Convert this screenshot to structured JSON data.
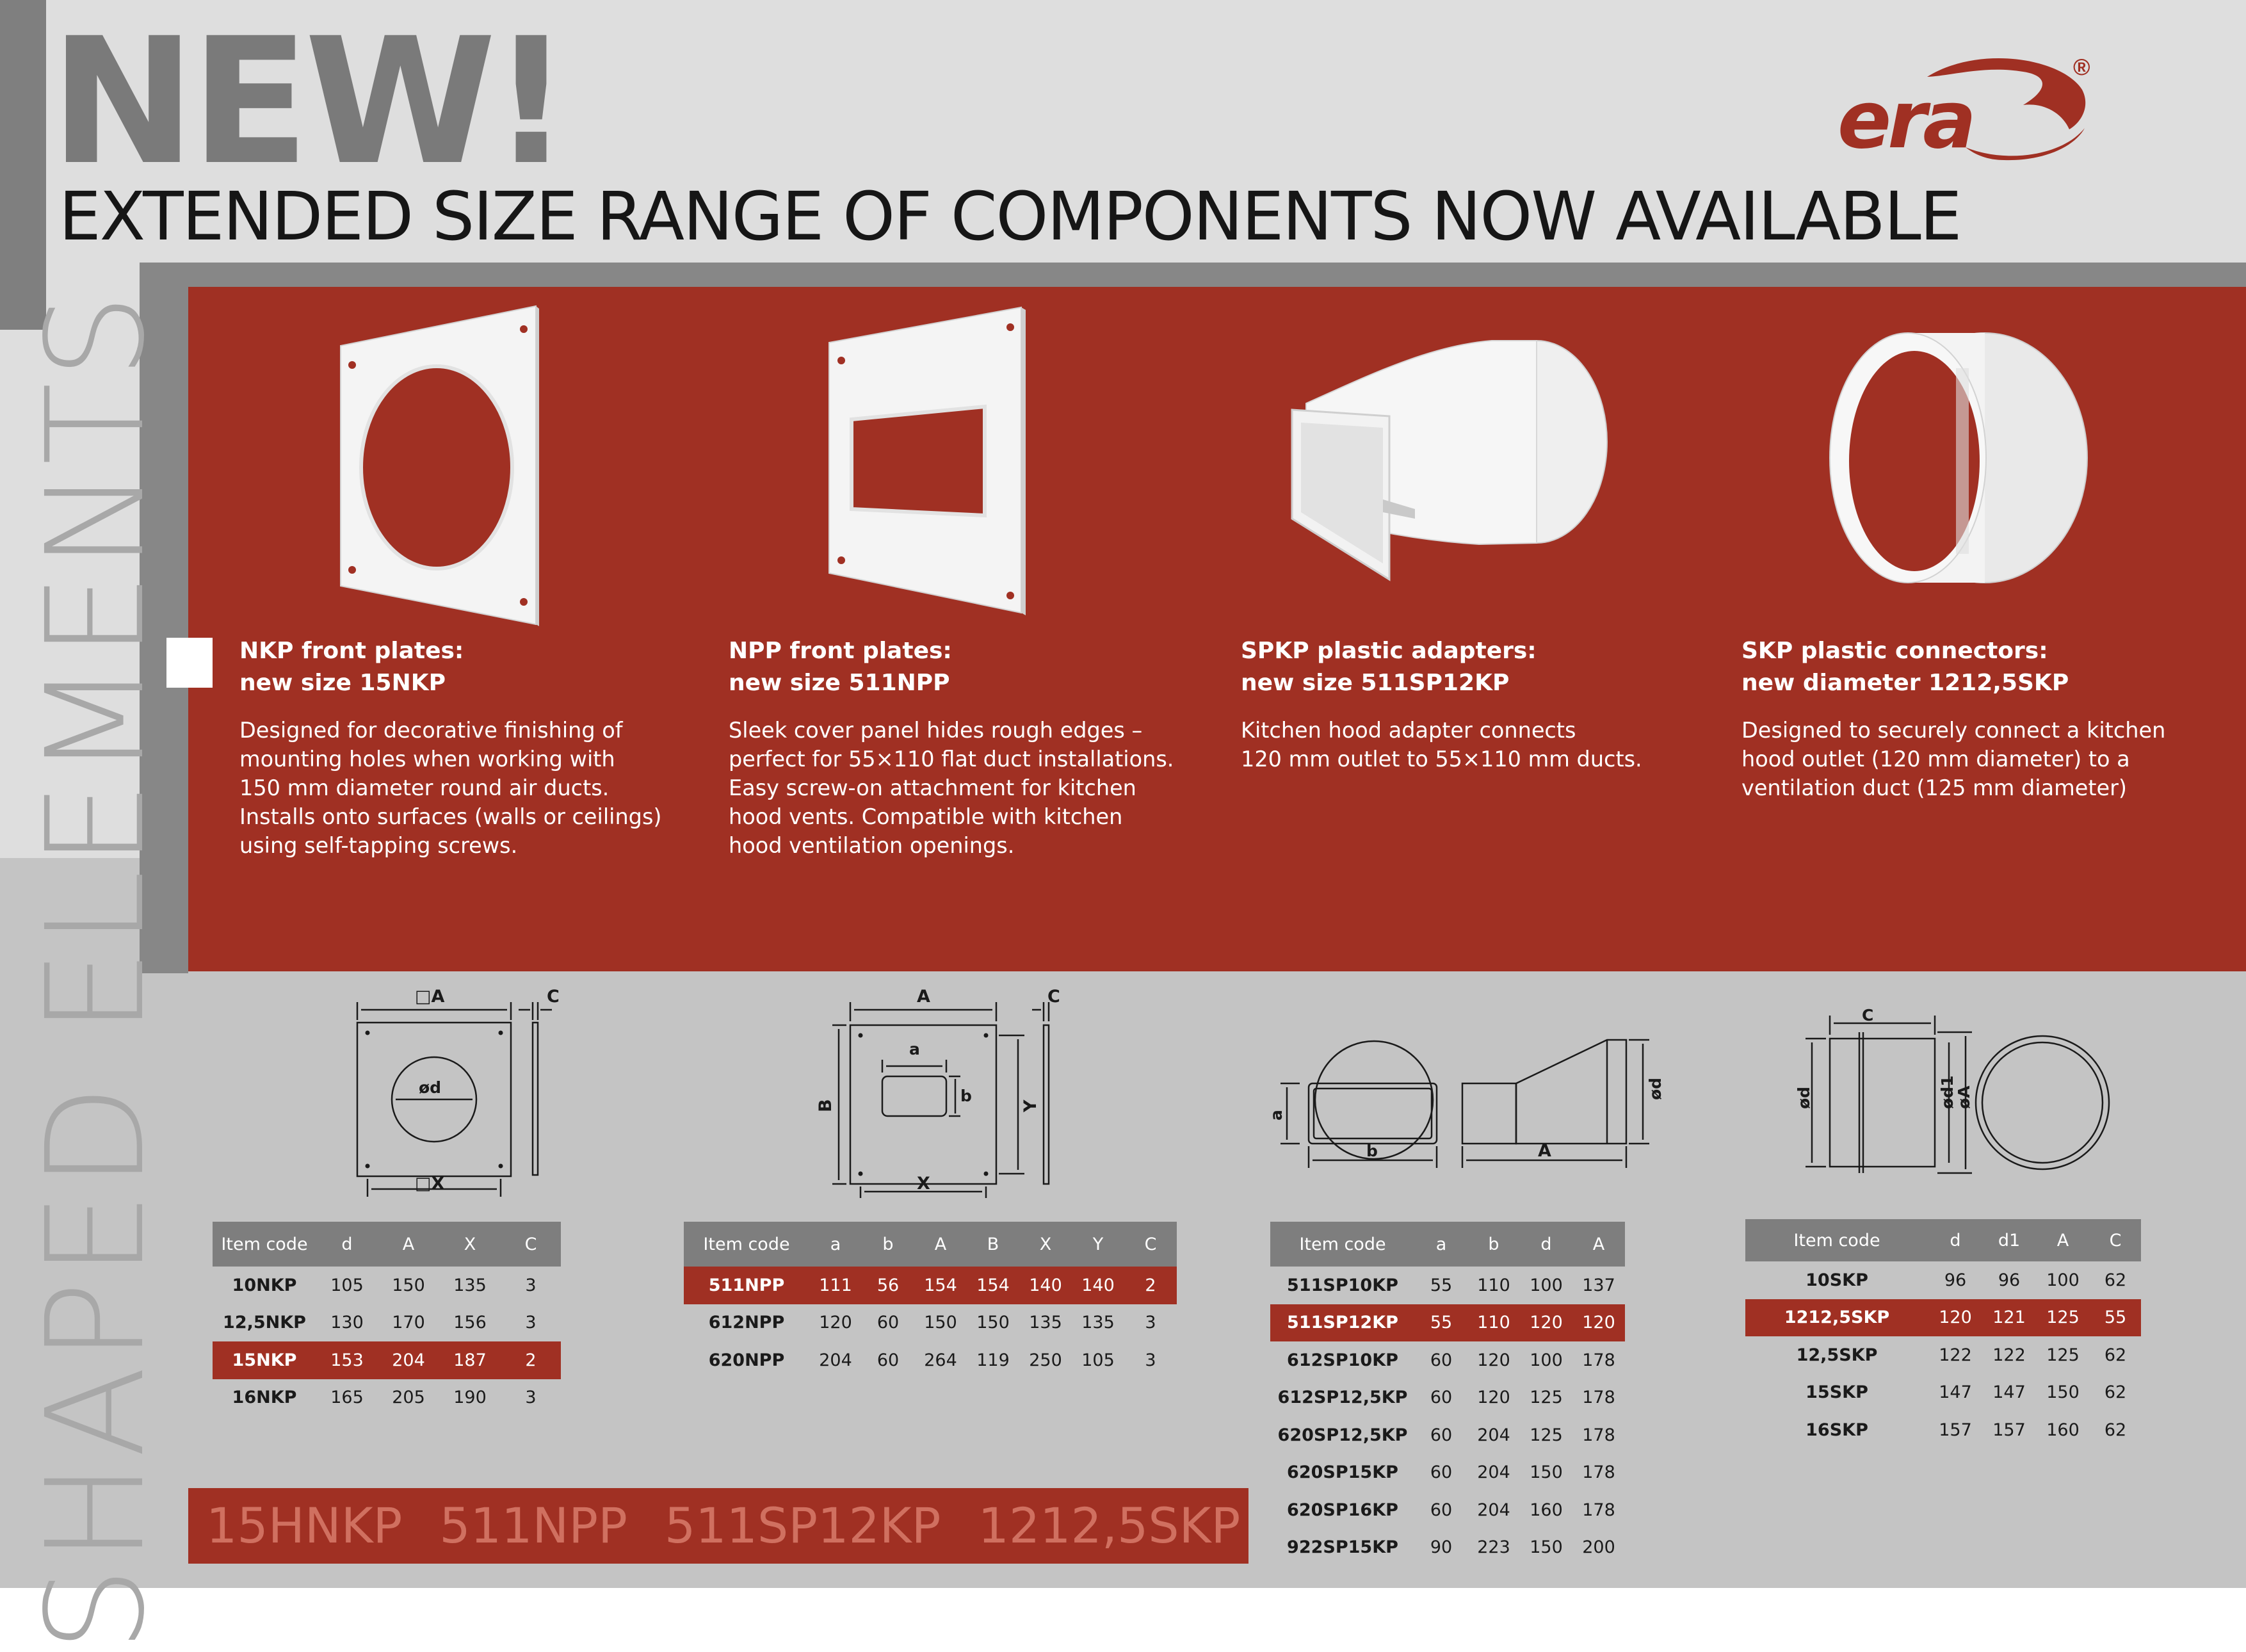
{
  "header": {
    "headline": "NEW!",
    "subheadline": "EXTENDED SIZE RANGE OF COMPONENTS NOW AVAILABLE",
    "side_title": "SHAPED ELEMENTS",
    "logo_text": "ERA",
    "logo_mark": "®"
  },
  "colors": {
    "brand_red": "#a03023",
    "gray_dark": "#7e7e7e",
    "gray_light": "#dedede",
    "gray_mid": "#c4c4c4"
  },
  "products": [
    {
      "title_line1": "NKP front plates:",
      "title_line2": "new size 15NKP",
      "description": [
        "Designed for decorative finishing of",
        "mounting holes when working with",
        "150 mm diameter round air ducts.",
        "Installs onto surfaces (walls or ceilings)",
        "using self-tapping screws."
      ]
    },
    {
      "title_line1": "NPP front plates:",
      "title_line2": "new size 511NPP",
      "description": [
        "Sleek cover panel hides rough edges –",
        "perfect for 55×110 flat duct installations.",
        "Easy screw-on attachment for kitchen",
        "hood vents. Compatible with kitchen",
        "hood ventilation openings."
      ]
    },
    {
      "title_line1": "SPKP plastic adapters:",
      "title_line2": "new size 511SP12KP",
      "description": [
        "Kitchen hood adapter connects",
        "120 mm outlet to 55×110 mm ducts."
      ]
    },
    {
      "title_line1": "SKP plastic connectors:",
      "title_line2": "new diameter 1212,5SKP",
      "description": [
        "Designed to securely connect a kitchen",
        "hood outlet (120 mm diameter) to a",
        "ventilation duct (125 mm diameter)"
      ]
    }
  ],
  "drawings": {
    "nkp": {
      "A": "□A",
      "X": "□X",
      "C": "C",
      "d": "ød"
    },
    "npp": {
      "A": "A",
      "C": "C",
      "a": "a",
      "b": "b",
      "B": "B",
      "Y": "Y",
      "X": "X"
    },
    "spkp": {
      "a": "a",
      "b": "b",
      "d": "ød",
      "A": "A"
    },
    "skp": {
      "C": "C",
      "d": "ød",
      "d1": "ød1",
      "A": "øA"
    }
  },
  "tables": {
    "nkp": {
      "headers": [
        "Item code",
        "d",
        "A",
        "X",
        "C"
      ],
      "rows": [
        [
          "10NKP",
          "105",
          "150",
          "135",
          "3"
        ],
        [
          "12,5NKP",
          "130",
          "170",
          "156",
          "3"
        ],
        [
          "15NKP",
          "153",
          "204",
          "187",
          "2"
        ],
        [
          "16NKP",
          "165",
          "205",
          "190",
          "3"
        ]
      ],
      "highlight_row": 2
    },
    "npp": {
      "headers": [
        "Item code",
        "a",
        "b",
        "A",
        "B",
        "X",
        "Y",
        "C"
      ],
      "rows": [
        [
          "511NPP",
          "111",
          "56",
          "154",
          "154",
          "140",
          "140",
          "2"
        ],
        [
          "612NPP",
          "120",
          "60",
          "150",
          "150",
          "135",
          "135",
          "3"
        ],
        [
          "620NPP",
          "204",
          "60",
          "264",
          "119",
          "250",
          "105",
          "3"
        ]
      ],
      "highlight_row": 0
    },
    "spkp": {
      "headers": [
        "Item code",
        "a",
        "b",
        "d",
        "A"
      ],
      "rows": [
        [
          "511SP10KP",
          "55",
          "110",
          "100",
          "137"
        ],
        [
          "511SP12KP",
          "55",
          "110",
          "120",
          "120"
        ],
        [
          "612SP10KP",
          "60",
          "120",
          "100",
          "178"
        ],
        [
          "612SP12,5KP",
          "60",
          "120",
          "125",
          "178"
        ],
        [
          "620SP12,5KP",
          "60",
          "204",
          "125",
          "178"
        ],
        [
          "620SP15KP",
          "60",
          "204",
          "150",
          "178"
        ],
        [
          "620SP16KP",
          "60",
          "204",
          "160",
          "178"
        ],
        [
          "922SP15KP",
          "90",
          "223",
          "150",
          "200"
        ]
      ],
      "highlight_row": 1
    },
    "skp": {
      "headers": [
        "Item code",
        "d",
        "d1",
        "A",
        "C"
      ],
      "rows": [
        [
          "10SKP",
          "96",
          "96",
          "100",
          "62"
        ],
        [
          "1212,5SKP",
          "120",
          "121",
          "125",
          "55"
        ],
        [
          "12,5SKP",
          "122",
          "122",
          "125",
          "62"
        ],
        [
          "15SKP",
          "147",
          "147",
          "150",
          "62"
        ],
        [
          "16SKP",
          "157",
          "157",
          "160",
          "62"
        ]
      ],
      "highlight_row": 1
    }
  },
  "new_codes": [
    "15HNKP",
    "511NPP",
    "511SP12KP",
    "1212,5SKP"
  ]
}
